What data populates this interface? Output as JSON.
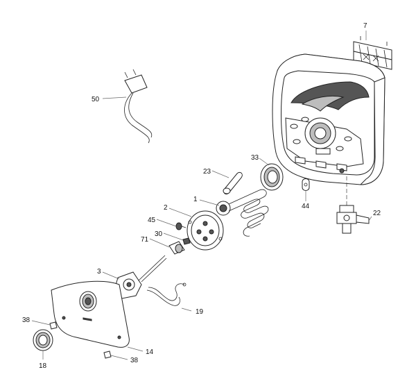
{
  "labels": {
    "p1": "1",
    "p2": "2",
    "p3": "3",
    "p7": "7",
    "p14": "14",
    "p18": "18",
    "p19": "19",
    "p22": "22",
    "p23": "23",
    "p30": "30",
    "p33": "33",
    "p38a": "38",
    "p38b": "38",
    "p44": "44",
    "p45": "45",
    "p50": "50",
    "p71": "71"
  }
}
